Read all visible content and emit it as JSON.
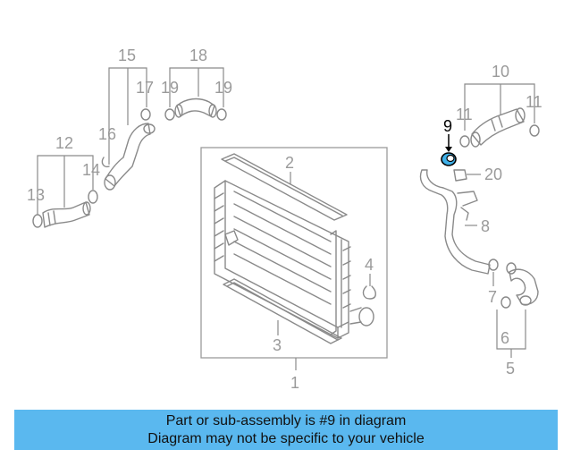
{
  "diagram": {
    "callouts": {
      "c1": "1",
      "c2": "2",
      "c3": "3",
      "c4": "4",
      "c5": "5",
      "c6": "6",
      "c7": "7",
      "c8": "8",
      "c9": "9",
      "c10": "10",
      "c11a": "11",
      "c11b": "11",
      "c12": "12",
      "c13": "13",
      "c14": "14",
      "c15": "15",
      "c16": "16",
      "c17": "17",
      "c18": "18",
      "c19a": "19",
      "c19b": "19",
      "c20": "20"
    },
    "highlight_color": "#3fb0e8",
    "line_color": "#8a8a8a"
  },
  "banner": {
    "line1": "Part or sub-assembly is #9 in diagram",
    "line2": "Diagram may not be specific to your vehicle",
    "background": "#5ab8ef"
  }
}
